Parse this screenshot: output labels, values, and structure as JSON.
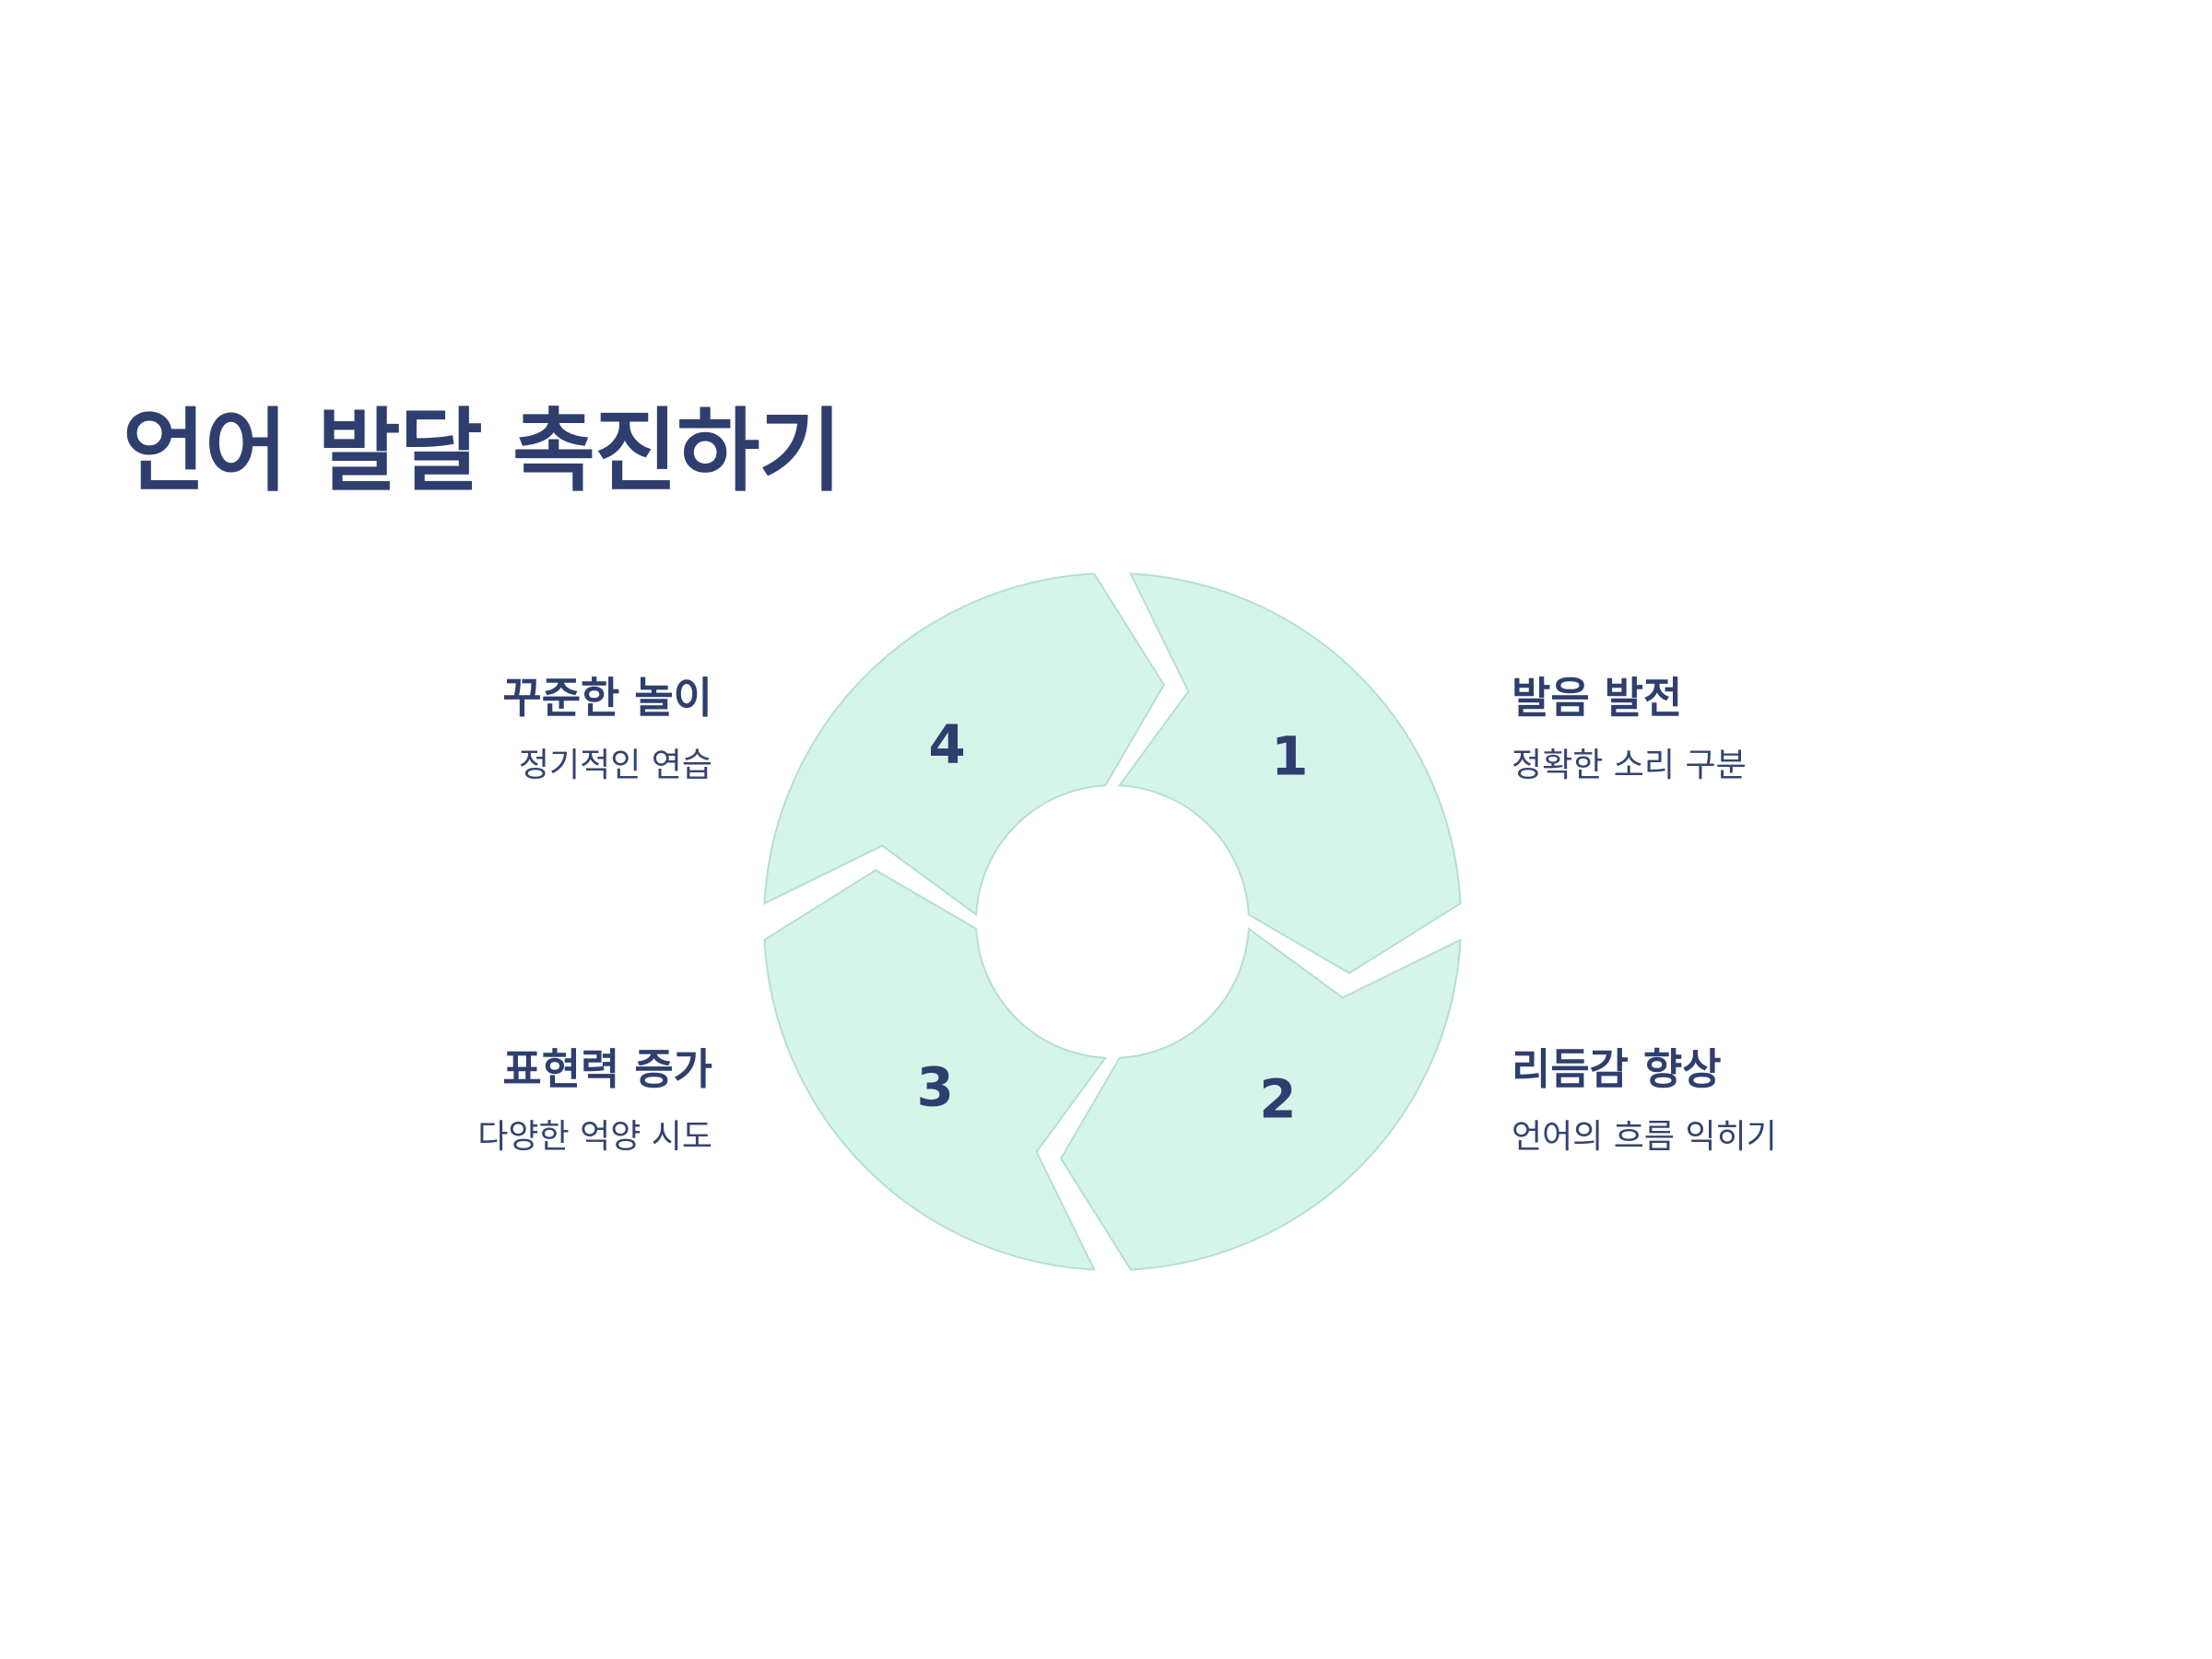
{
  "title": "언어 발달 촉진하기",
  "colors": {
    "segment_fill": "#d5f5ea",
    "segment_stroke": "#b5dfd0",
    "text": "#2e3e6e",
    "background": "#ffffff"
  },
  "steps": [
    {
      "number": "1",
      "title": "꾸준한 놀이",
      "description": "정기적인 연습"
    },
    {
      "number": "2",
      "title": "발음 발전",
      "description": "정확한 소리 구분"
    },
    {
      "number": "3",
      "title": "리듬감 향상",
      "description": "언어의 흐름 익히기"
    },
    {
      "number": "4",
      "title": "표현력 증가",
      "description": "다양한 억양 시도"
    }
  ]
}
